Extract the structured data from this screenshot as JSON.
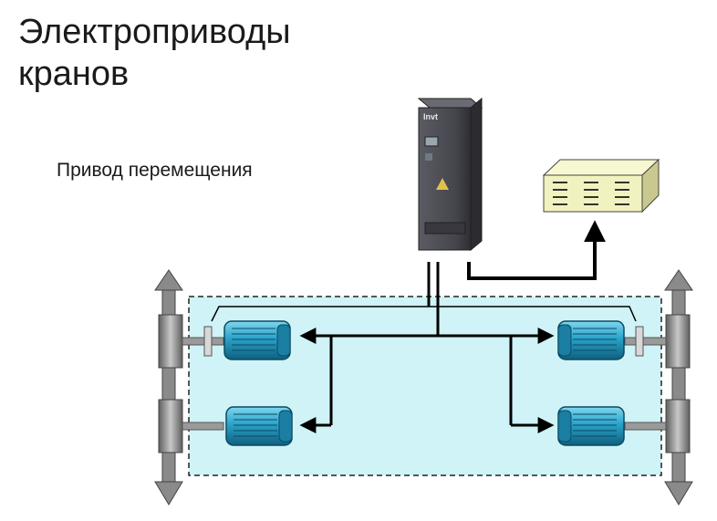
{
  "title": {
    "line1": "Электроприводы",
    "line2": "кранов"
  },
  "subtitle": "Привод перемещения",
  "inverter": {
    "brand": "Invt"
  },
  "colors": {
    "platform_fill": "#cff3f6",
    "motor": "#2aa3c9",
    "motor_dark": "#156a8a",
    "inverter_body": "#4a4a52",
    "resistor": "#f2f2c0",
    "wheel": "#8a8a8a",
    "lines": "#000000"
  },
  "icons": [
    "inverter-cabinet",
    "brake-resistor",
    "electric-motor",
    "crane-wheel",
    "arrow"
  ]
}
